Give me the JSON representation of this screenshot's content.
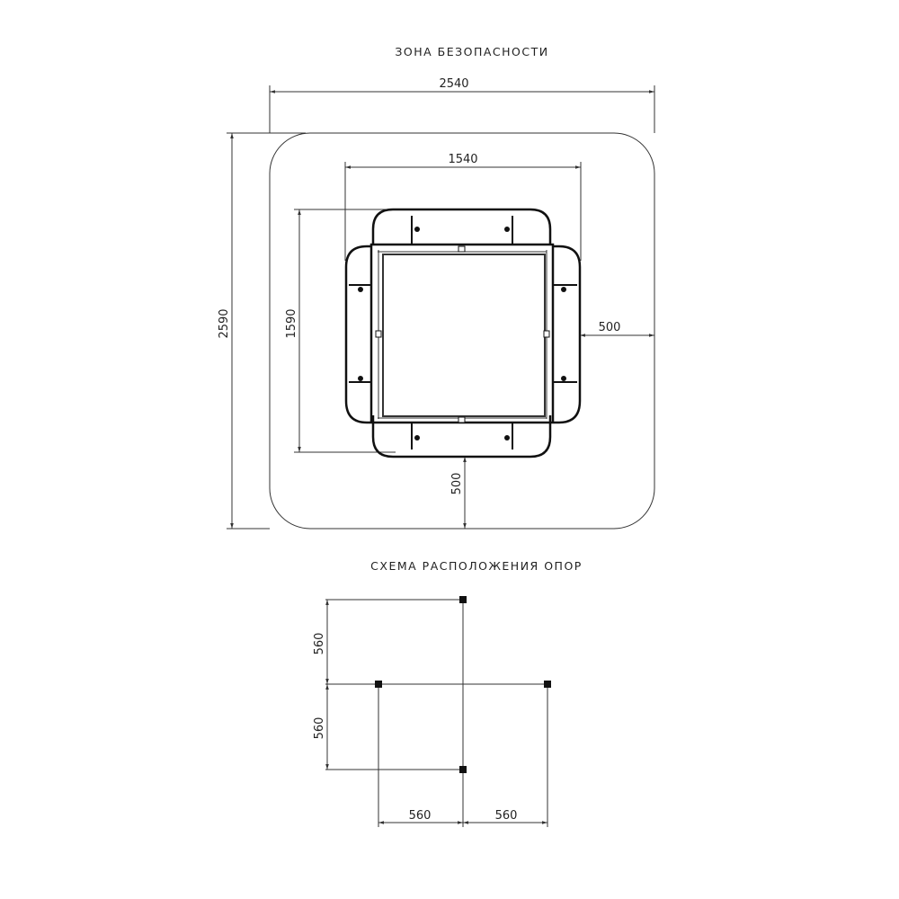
{
  "safety_zone": {
    "title": "ЗОНА БЕЗОПАСНОСТИ",
    "dimensions": {
      "zone_width": "2540",
      "zone_height": "2590",
      "equipment_width": "1540",
      "equipment_height": "1590",
      "clearance_right": "500",
      "clearance_bottom": "500"
    }
  },
  "support_layout": {
    "title": "СХЕМА РАСПОЛОЖЕНИЯ ОПОР",
    "dimensions": {
      "upper_vertical": "560",
      "lower_vertical": "560",
      "left_horizontal": "560",
      "right_horizontal": "560"
    }
  }
}
